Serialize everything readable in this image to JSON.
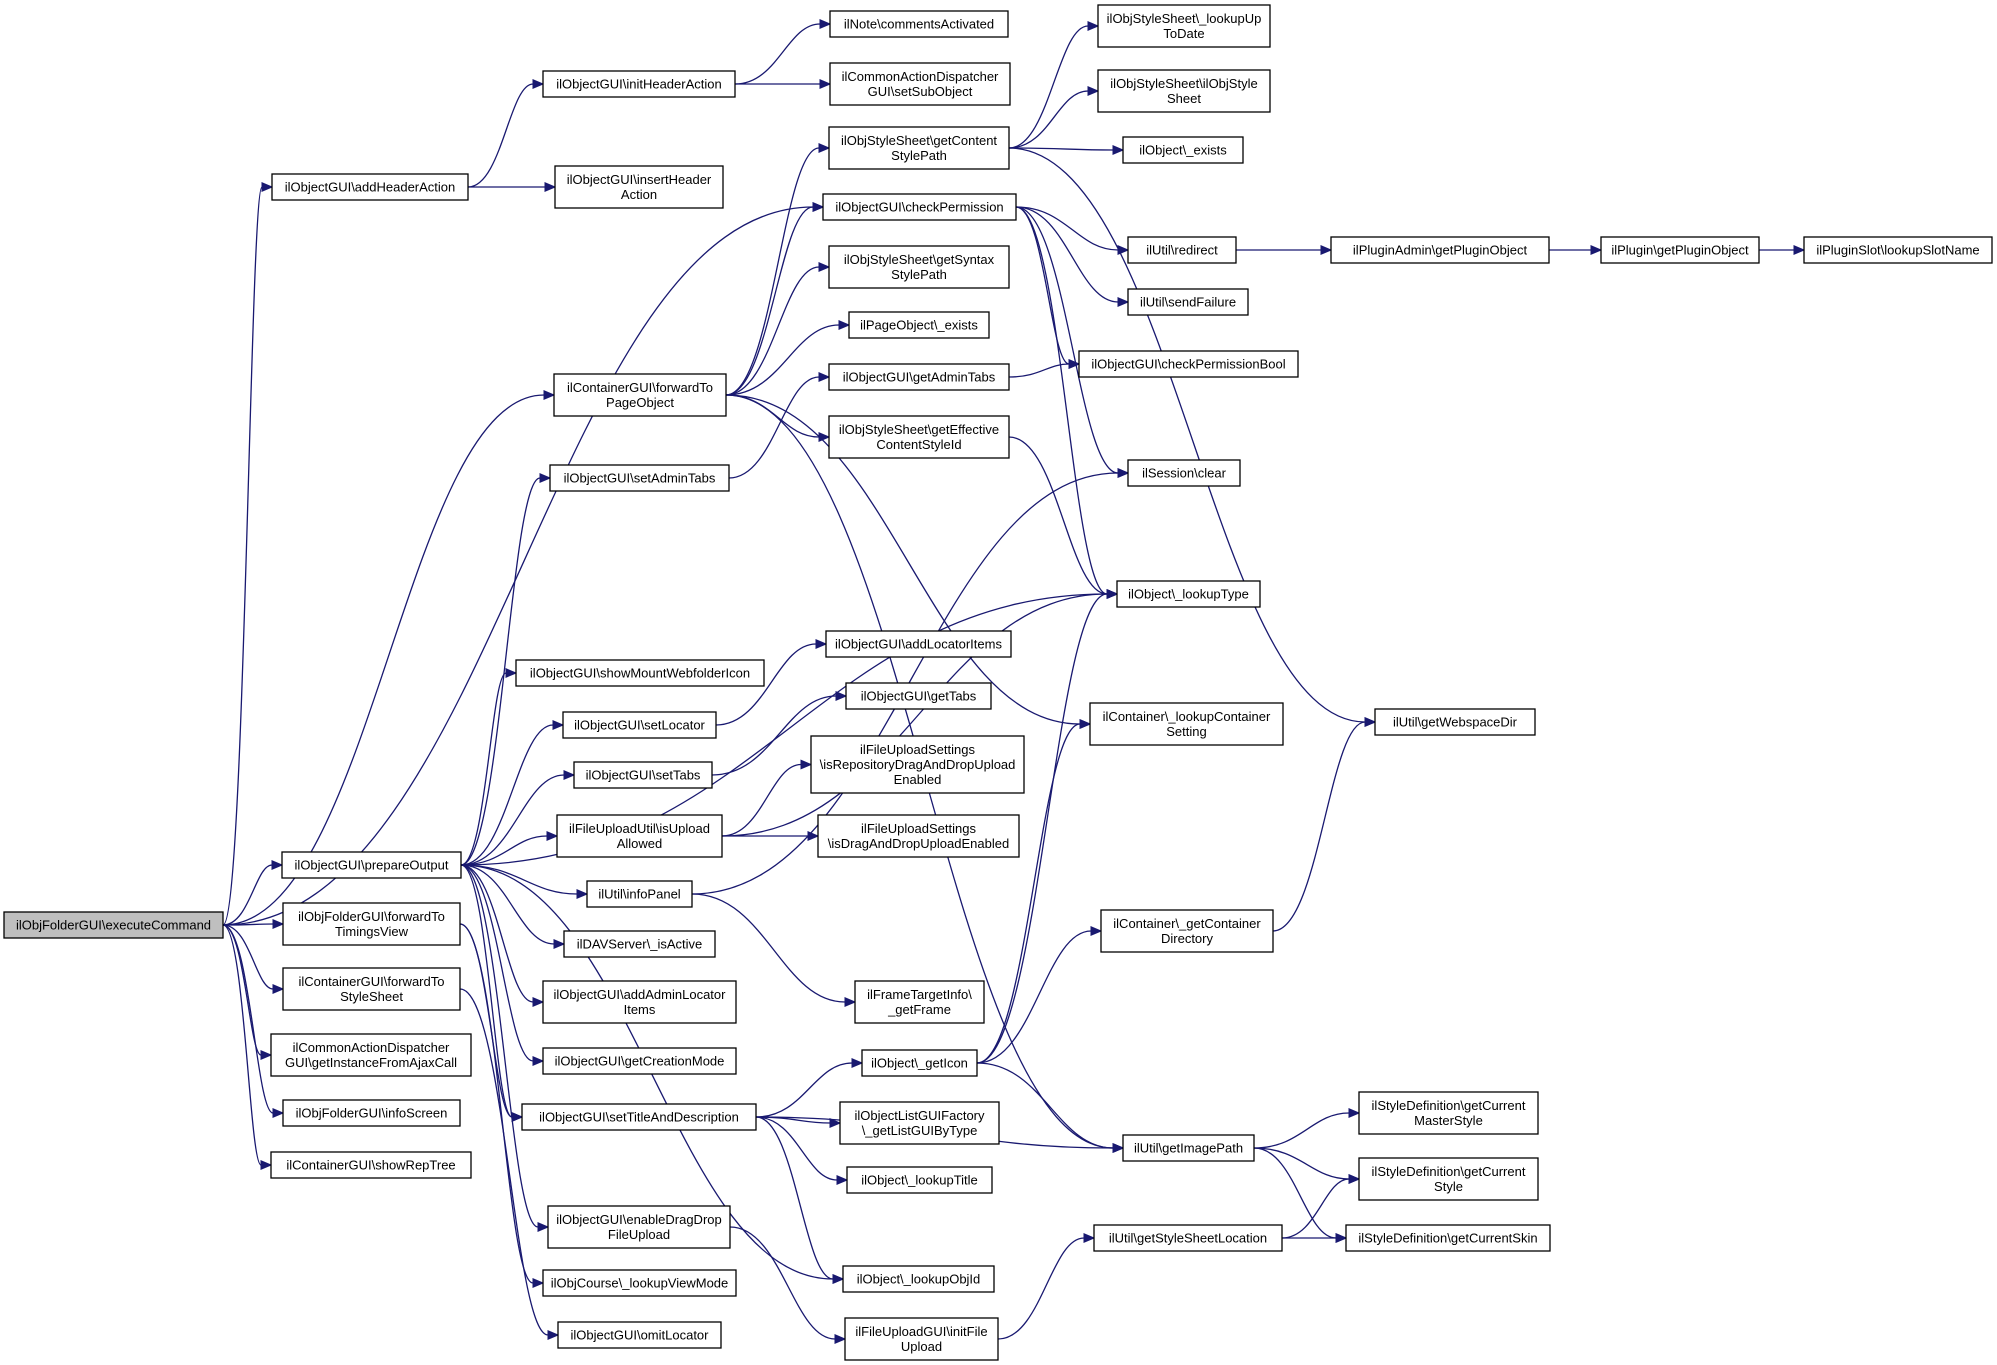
{
  "diagram": {
    "type": "call-graph",
    "nodes": [
      {
        "id": "root",
        "lines": [
          "ilObjFolderGUI\\executeCommand"
        ]
      },
      {
        "id": "addHeaderAction",
        "lines": [
          "ilObjectGUI\\addHeaderAction"
        ]
      },
      {
        "id": "initHeaderAction",
        "lines": [
          "ilObjectGUI\\initHeaderAction"
        ]
      },
      {
        "id": "commentsActivated",
        "lines": [
          "ilNote\\commentsActivated"
        ]
      },
      {
        "id": "setSubObject",
        "lines": [
          "ilCommonActionDispatcher",
          "GUI\\setSubObject"
        ]
      },
      {
        "id": "insertHeaderAction",
        "lines": [
          "ilObjectGUI\\insertHeader",
          "Action"
        ]
      },
      {
        "id": "lookupUpToDate",
        "lines": [
          "ilObjStyleSheet\\_lookupUp",
          "ToDate"
        ]
      },
      {
        "id": "ilObjStyleSheet",
        "lines": [
          "ilObjStyleSheet\\ilObjStyle",
          "Sheet"
        ]
      },
      {
        "id": "getContentStylePath",
        "lines": [
          "ilObjStyleSheet\\getContent",
          "StylePath"
        ]
      },
      {
        "id": "objExists",
        "lines": [
          "ilObject\\_exists"
        ]
      },
      {
        "id": "checkPermission",
        "lines": [
          "ilObjectGUI\\checkPermission"
        ]
      },
      {
        "id": "redirect",
        "lines": [
          "ilUtil\\redirect"
        ]
      },
      {
        "id": "getPluginObjectAdmin",
        "lines": [
          "ilPluginAdmin\\getPluginObject"
        ]
      },
      {
        "id": "getPluginObject",
        "lines": [
          "ilPlugin\\getPluginObject"
        ]
      },
      {
        "id": "lookupSlotName",
        "lines": [
          "ilPluginSlot\\lookupSlotName"
        ]
      },
      {
        "id": "sendFailure",
        "lines": [
          "ilUtil\\sendFailure"
        ]
      },
      {
        "id": "getSyntaxStylePath",
        "lines": [
          "ilObjStyleSheet\\getSyntax",
          "StylePath"
        ]
      },
      {
        "id": "pageExists",
        "lines": [
          "ilPageObject\\_exists"
        ]
      },
      {
        "id": "checkPermissionBool",
        "lines": [
          "ilObjectGUI\\checkPermissionBool"
        ]
      },
      {
        "id": "getAdminTabs",
        "lines": [
          "ilObjectGUI\\getAdminTabs"
        ]
      },
      {
        "id": "forwardToPageObject",
        "lines": [
          "ilContainerGUI\\forwardTo",
          "PageObject"
        ]
      },
      {
        "id": "getEffectiveContentStyleId",
        "lines": [
          "ilObjStyleSheet\\getEffective",
          "ContentStyleId"
        ]
      },
      {
        "id": "sessionClear",
        "lines": [
          "ilSession\\clear"
        ]
      },
      {
        "id": "setAdminTabs",
        "lines": [
          "ilObjectGUI\\setAdminTabs"
        ]
      },
      {
        "id": "lookupType",
        "lines": [
          "ilObject\\_lookupType"
        ]
      },
      {
        "id": "addLocatorItems",
        "lines": [
          "ilObjectGUI\\addLocatorItems"
        ]
      },
      {
        "id": "showMountWebfolderIcon",
        "lines": [
          "ilObjectGUI\\showMountWebfolderIcon"
        ]
      },
      {
        "id": "getTabs",
        "lines": [
          "ilObjectGUI\\getTabs"
        ]
      },
      {
        "id": "setLocator",
        "lines": [
          "ilObjectGUI\\setLocator"
        ]
      },
      {
        "id": "lookupContainerSetting",
        "lines": [
          "ilContainer\\_lookupContainer",
          "Setting"
        ]
      },
      {
        "id": "getWebspaceDir",
        "lines": [
          "ilUtil\\getWebspaceDir"
        ]
      },
      {
        "id": "isRepositoryDragAndDropUploadEnabled",
        "lines": [
          "ilFileUploadSettings",
          "\\isRepositoryDragAndDropUpload",
          "Enabled"
        ]
      },
      {
        "id": "setTabs",
        "lines": [
          "ilObjectGUI\\setTabs"
        ]
      },
      {
        "id": "isUploadAllowed",
        "lines": [
          "ilFileUploadUtil\\isUpload",
          "Allowed"
        ]
      },
      {
        "id": "isDragAndDropUploadEnabled",
        "lines": [
          "ilFileUploadSettings",
          "\\isDragAndDropUploadEnabled"
        ]
      },
      {
        "id": "prepareOutput",
        "lines": [
          "ilObjectGUI\\prepareOutput"
        ]
      },
      {
        "id": "infoPanel",
        "lines": [
          "ilUtil\\infoPanel"
        ]
      },
      {
        "id": "getContainerDirectory",
        "lines": [
          "ilContainer\\_getContainer",
          "Directory"
        ]
      },
      {
        "id": "forwardToTimingsView",
        "lines": [
          "ilObjFolderGUI\\forwardTo",
          "TimingsView"
        ]
      },
      {
        "id": "davIsActive",
        "lines": [
          "ilDAVServer\\_isActive"
        ]
      },
      {
        "id": "forwardToStyleSheet",
        "lines": [
          "ilContainerGUI\\forwardTo",
          "StyleSheet"
        ]
      },
      {
        "id": "addAdminLocatorItems",
        "lines": [
          "ilObjectGUI\\addAdminLocator",
          "Items"
        ]
      },
      {
        "id": "getFrame",
        "lines": [
          "ilFrameTargetInfo\\",
          "_getFrame"
        ]
      },
      {
        "id": "getInstanceFromAjaxCall",
        "lines": [
          "ilCommonActionDispatcher",
          "GUI\\getInstanceFromAjaxCall"
        ]
      },
      {
        "id": "getCreationMode",
        "lines": [
          "ilObjectGUI\\getCreationMode"
        ]
      },
      {
        "id": "getIcon",
        "lines": [
          "ilObject\\_getIcon"
        ]
      },
      {
        "id": "getCurrentMasterStyle",
        "lines": [
          "ilStyleDefinition\\getCurrent",
          "MasterStyle"
        ]
      },
      {
        "id": "infoScreen",
        "lines": [
          "ilObjFolderGUI\\infoScreen"
        ]
      },
      {
        "id": "setTitleAndDescription",
        "lines": [
          "ilObjectGUI\\setTitleAndDescription"
        ]
      },
      {
        "id": "getListGUIByType",
        "lines": [
          "ilObjectListGUIFactory",
          "\\_getListGUIByType"
        ]
      },
      {
        "id": "getImagePath",
        "lines": [
          "ilUtil\\getImagePath"
        ]
      },
      {
        "id": "showRepTree",
        "lines": [
          "ilContainerGUI\\showRepTree"
        ]
      },
      {
        "id": "lookupTitle",
        "lines": [
          "ilObject\\_lookupTitle"
        ]
      },
      {
        "id": "getCurrentStyle",
        "lines": [
          "ilStyleDefinition\\getCurrent",
          "Style"
        ]
      },
      {
        "id": "enableDragDropFileUpload",
        "lines": [
          "ilObjectGUI\\enableDragDrop",
          "FileUpload"
        ]
      },
      {
        "id": "getStyleSheetLocation",
        "lines": [
          "ilUtil\\getStyleSheetLocation"
        ]
      },
      {
        "id": "getCurrentSkin",
        "lines": [
          "ilStyleDefinition\\getCurrentSkin"
        ]
      },
      {
        "id": "lookupObjId",
        "lines": [
          "ilObject\\_lookupObjId"
        ]
      },
      {
        "id": "lookupViewMode",
        "lines": [
          "ilObjCourse\\_lookupViewMode"
        ]
      },
      {
        "id": "initFileUpload",
        "lines": [
          "ilFileUploadGUI\\initFile",
          "Upload"
        ]
      },
      {
        "id": "omitLocator",
        "lines": [
          "ilObjectGUI\\omitLocator"
        ]
      }
    ],
    "edges": [
      [
        "root",
        "addHeaderAction"
      ],
      [
        "root",
        "checkPermission"
      ],
      [
        "root",
        "forwardToPageObject"
      ],
      [
        "root",
        "prepareOutput"
      ],
      [
        "root",
        "forwardToTimingsView"
      ],
      [
        "root",
        "forwardToStyleSheet"
      ],
      [
        "root",
        "getInstanceFromAjaxCall"
      ],
      [
        "root",
        "infoScreen"
      ],
      [
        "root",
        "showRepTree"
      ],
      [
        "addHeaderAction",
        "initHeaderAction"
      ],
      [
        "addHeaderAction",
        "insertHeaderAction"
      ],
      [
        "initHeaderAction",
        "commentsActivated"
      ],
      [
        "initHeaderAction",
        "setSubObject"
      ],
      [
        "getContentStylePath",
        "lookupUpToDate"
      ],
      [
        "getContentStylePath",
        "ilObjStyleSheet"
      ],
      [
        "getContentStylePath",
        "objExists"
      ],
      [
        "getContentStylePath",
        "getWebspaceDir"
      ],
      [
        "checkPermission",
        "redirect"
      ],
      [
        "checkPermission",
        "sendFailure"
      ],
      [
        "checkPermission",
        "checkPermissionBool"
      ],
      [
        "checkPermission",
        "sessionClear"
      ],
      [
        "checkPermission",
        "lookupType"
      ],
      [
        "redirect",
        "getPluginObjectAdmin"
      ],
      [
        "getPluginObjectAdmin",
        "getPluginObject"
      ],
      [
        "getPluginObject",
        "lookupSlotName"
      ],
      [
        "forwardToPageObject",
        "getContentStylePath"
      ],
      [
        "forwardToPageObject",
        "checkPermission"
      ],
      [
        "forwardToPageObject",
        "getSyntaxStylePath"
      ],
      [
        "forwardToPageObject",
        "pageExists"
      ],
      [
        "forwardToPageObject",
        "getEffectiveContentStyleId"
      ],
      [
        "forwardToPageObject",
        "lookupContainerSetting"
      ],
      [
        "forwardToPageObject",
        "getImagePath"
      ],
      [
        "getAdminTabs",
        "checkPermissionBool"
      ],
      [
        "getEffectiveContentStyleId",
        "lookupType"
      ],
      [
        "setAdminTabs",
        "getAdminTabs"
      ],
      [
        "prepareOutput",
        "setAdminTabs"
      ],
      [
        "prepareOutput",
        "lookupType"
      ],
      [
        "prepareOutput",
        "showMountWebfolderIcon"
      ],
      [
        "prepareOutput",
        "setLocator"
      ],
      [
        "prepareOutput",
        "setTabs"
      ],
      [
        "prepareOutput",
        "isUploadAllowed"
      ],
      [
        "prepareOutput",
        "infoPanel"
      ],
      [
        "prepareOutput",
        "davIsActive"
      ],
      [
        "prepareOutput",
        "addAdminLocatorItems"
      ],
      [
        "prepareOutput",
        "getCreationMode"
      ],
      [
        "prepareOutput",
        "setTitleAndDescription"
      ],
      [
        "prepareOutput",
        "enableDragDropFileUpload"
      ],
      [
        "prepareOutput",
        "lookupObjId"
      ],
      [
        "setLocator",
        "addLocatorItems"
      ],
      [
        "setTabs",
        "getTabs"
      ],
      [
        "isUploadAllowed",
        "isRepositoryDragAndDropUploadEnabled"
      ],
      [
        "isUploadAllowed",
        "isDragAndDropUploadEnabled"
      ],
      [
        "isUploadAllowed",
        "lookupType"
      ],
      [
        "infoPanel",
        "sessionClear"
      ],
      [
        "infoPanel",
        "getFrame"
      ],
      [
        "forwardToTimingsView",
        "setTitleAndDescription"
      ],
      [
        "forwardToTimingsView",
        "lookupViewMode"
      ],
      [
        "forwardToStyleSheet",
        "omitLocator"
      ],
      [
        "setTitleAndDescription",
        "getIcon"
      ],
      [
        "setTitleAndDescription",
        "getListGUIByType"
      ],
      [
        "setTitleAndDescription",
        "lookupTitle"
      ],
      [
        "setTitleAndDescription",
        "getImagePath"
      ],
      [
        "setTitleAndDescription",
        "lookupObjId"
      ],
      [
        "getIcon",
        "lookupType"
      ],
      [
        "getIcon",
        "lookupContainerSetting"
      ],
      [
        "getIcon",
        "getContainerDirectory"
      ],
      [
        "getIcon",
        "getImagePath"
      ],
      [
        "getContainerDirectory",
        "getWebspaceDir"
      ],
      [
        "getImagePath",
        "getCurrentMasterStyle"
      ],
      [
        "getImagePath",
        "getCurrentStyle"
      ],
      [
        "getImagePath",
        "getCurrentSkin"
      ],
      [
        "getStyleSheetLocation",
        "getCurrentStyle"
      ],
      [
        "getStyleSheetLocation",
        "getCurrentSkin"
      ],
      [
        "enableDragDropFileUpload",
        "initFileUpload"
      ],
      [
        "initFileUpload",
        "getStyleSheetLocation"
      ]
    ]
  }
}
